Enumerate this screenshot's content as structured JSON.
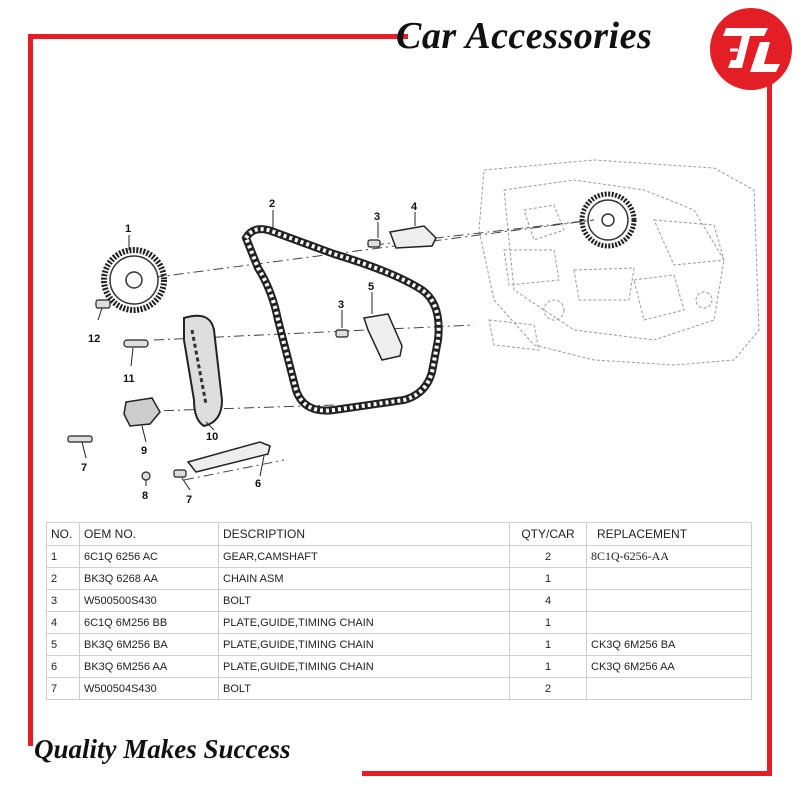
{
  "header": {
    "brand_title": "Car Accessories",
    "logo_icon": "jl-logo-icon",
    "accent_color": "#e31e24"
  },
  "diagram": {
    "callouts": [
      "1",
      "2",
      "3",
      "4",
      "3",
      "5",
      "12",
      "11",
      "10",
      "9",
      "7",
      "8",
      "7",
      "6"
    ]
  },
  "table": {
    "columns": [
      "NO.",
      "OEM NO.",
      "DESCRIPTION",
      "QTY/CAR",
      "REPLACEMENT"
    ],
    "rows": [
      {
        "no": "1",
        "oem": "6C1Q 6256 AC",
        "description": "GEAR,CAMSHAFT",
        "qty": "2",
        "replacement": "8C1Q-6256-AA"
      },
      {
        "no": "2",
        "oem": "BK3Q 6268 AA",
        "description": "CHAIN ASM",
        "qty": "1",
        "replacement": ""
      },
      {
        "no": "3",
        "oem": "W500500S430",
        "description": "BOLT",
        "qty": "4",
        "replacement": ""
      },
      {
        "no": "4",
        "oem": "6C1Q 6M256 BB",
        "description": "PLATE,GUIDE,TIMING CHAIN",
        "qty": "1",
        "replacement": ""
      },
      {
        "no": "5",
        "oem": "BK3Q 6M256 BA",
        "description": "PLATE,GUIDE,TIMING CHAIN",
        "qty": "1",
        "replacement": "CK3Q 6M256 BA"
      },
      {
        "no": "6",
        "oem": "BK3Q 6M256 AA",
        "description": "PLATE,GUIDE,TIMING CHAIN",
        "qty": "1",
        "replacement": "CK3Q 6M256 AA"
      },
      {
        "no": "7",
        "oem": "W500504S430",
        "description": "BOLT",
        "qty": "2",
        "replacement": ""
      }
    ]
  },
  "footer": {
    "slogan": "Quality Makes Success"
  }
}
